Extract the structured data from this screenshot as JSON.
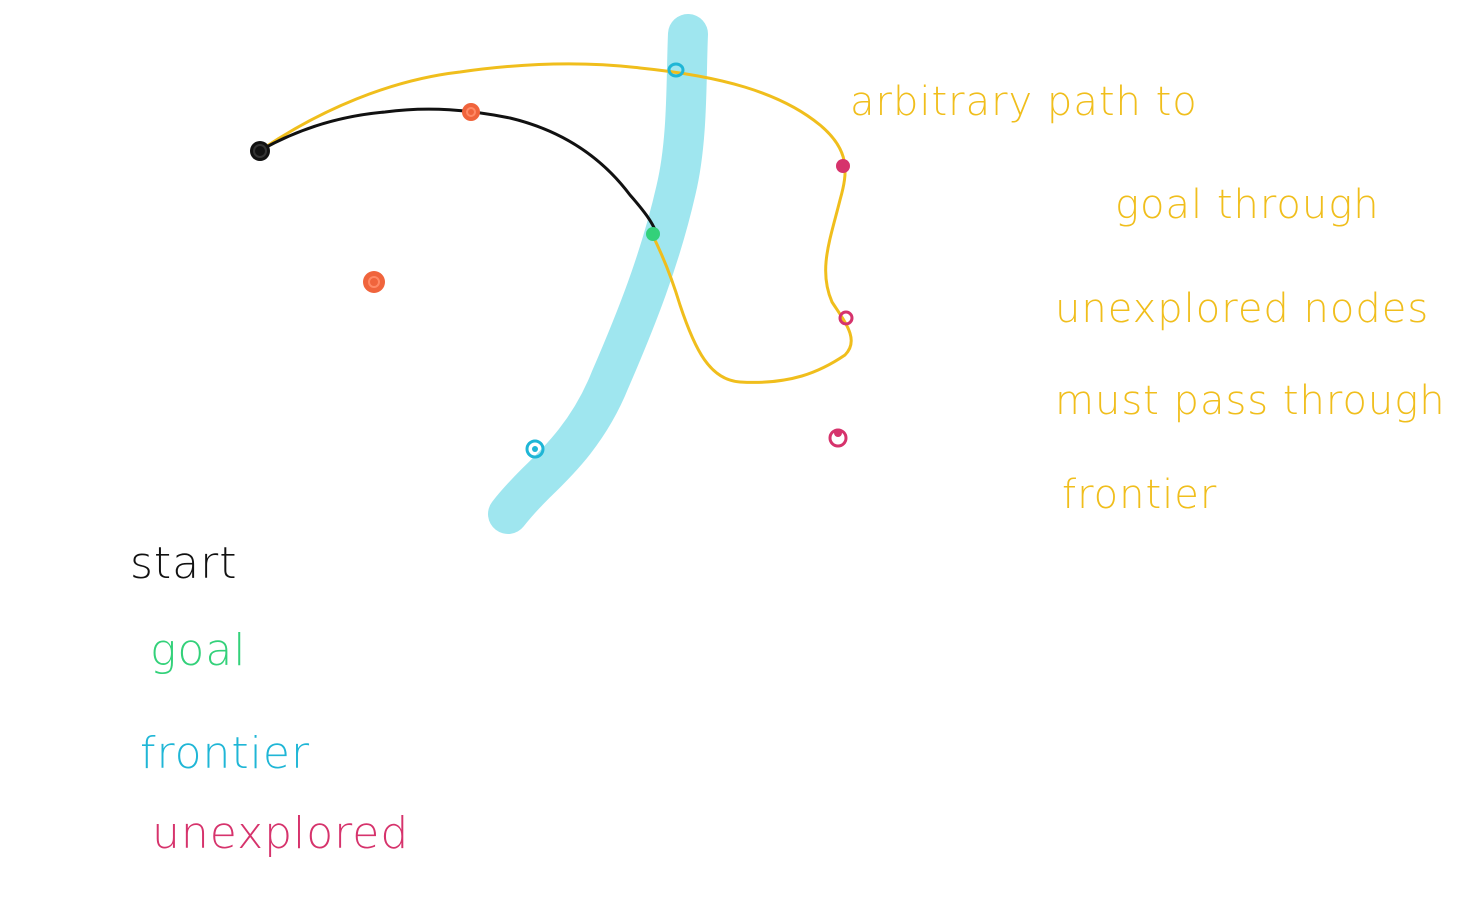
{
  "annotation": {
    "lines": [
      "arbitrary path to",
      "goal through",
      "unexplored nodes",
      "must pass through",
      "frontier"
    ]
  },
  "legend": {
    "start": "start",
    "goal": "goal",
    "frontier": "frontier",
    "unexplored": "unexplored"
  },
  "colors": {
    "start": "#111111",
    "goal": "#33d17a",
    "frontier": "#1fb6d6",
    "frontier_band": "#9fe6ef",
    "unexplored": "#d6336c",
    "explored": "#f0643c",
    "arbitrary_path": "#f0be1c",
    "shortest_path": "#111111"
  }
}
